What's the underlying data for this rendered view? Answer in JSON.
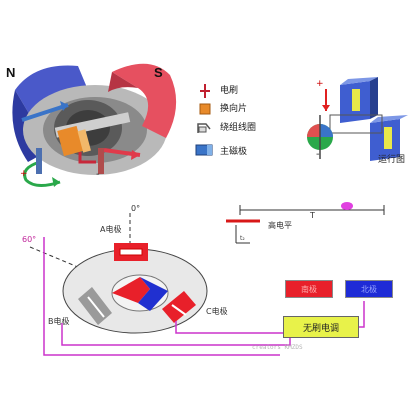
{
  "motor_illustration": {
    "pole_n": "N",
    "pole_s": "S",
    "plus_sign": "+",
    "minus_sign": "-"
  },
  "legend": {
    "items": [
      {
        "label": "电刷",
        "icon": "brush-icon"
      },
      {
        "label": "换向片",
        "icon": "commutator-icon"
      },
      {
        "label": "绕组线圈",
        "icon": "coil-icon"
      },
      {
        "label": "主磁极",
        "icon": "magnet-pole-icon"
      }
    ]
  },
  "run_diagram": {
    "caption": "运行图",
    "plus": "+",
    "minus": "-"
  },
  "pole_diagram": {
    "angle_top": "0°",
    "angle_left": "60°",
    "a_pole": "A电极",
    "b_pole": "B电极",
    "c_pole": "C电极"
  },
  "timing": {
    "period_label": "T",
    "high_level_label": "高电平",
    "t2_label": "t₂"
  },
  "pole_keys": {
    "south": {
      "label": "南极",
      "color": "#e8202a"
    },
    "north": {
      "label": "北极",
      "color": "#1e2bd6"
    }
  },
  "controller": {
    "label": "无刷电调",
    "color": "#e8f24a"
  },
  "colors": {
    "stator": "#4a59c9",
    "pole_red": "#e03a4a",
    "wire": "#cc33cc",
    "blue_pole": "#3240c9"
  },
  "watermark": "creators KMZDS"
}
